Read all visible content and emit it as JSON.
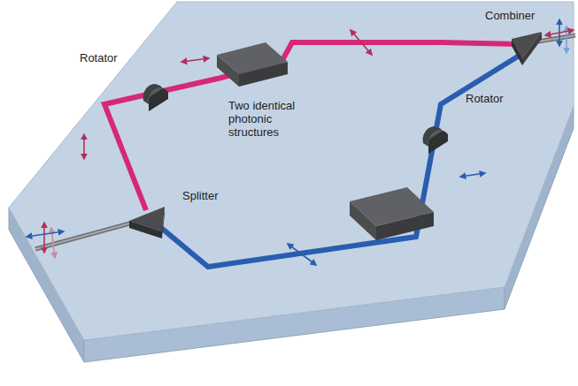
{
  "diagram": {
    "labels": [
      "Combiner",
      "Rotator",
      "Rotator",
      "Two identical photonic structures",
      "Splitter"
    ]
  }
}
